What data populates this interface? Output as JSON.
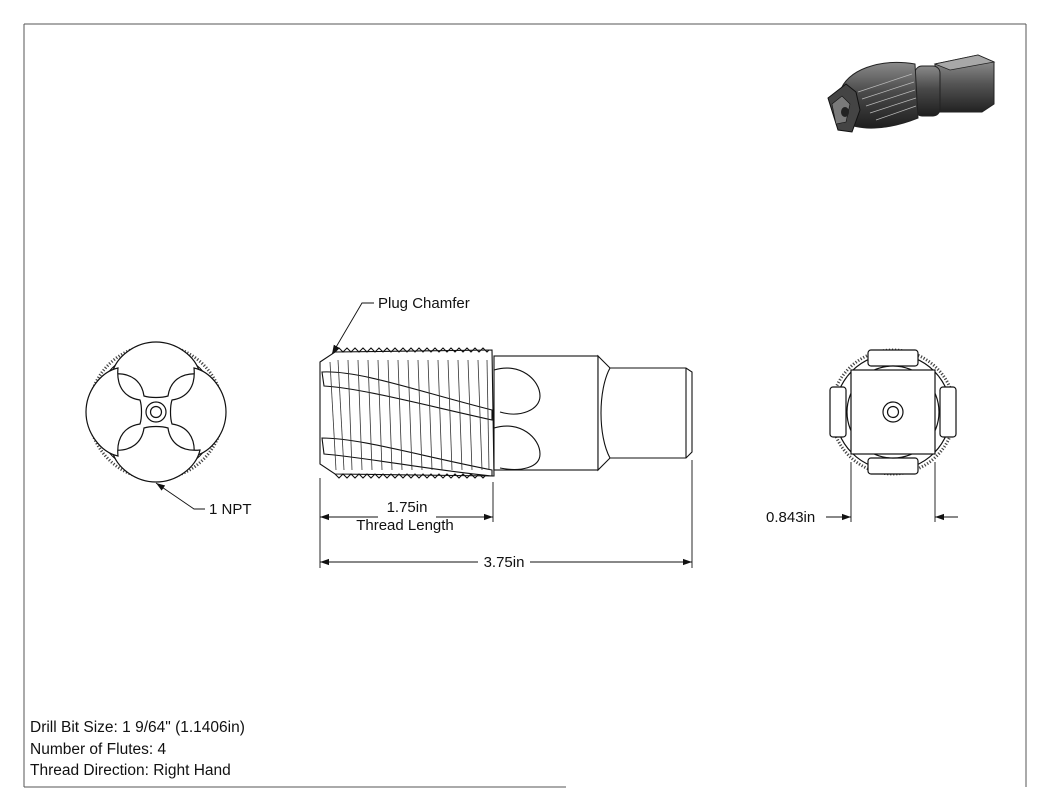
{
  "labels": {
    "plug_chamfer": "Plug Chamfer",
    "thread_size": "1 NPT",
    "thread_length_value": "1.75in",
    "thread_length_caption": "Thread Length",
    "overall_length": "3.75in",
    "square_width": "0.843in"
  },
  "notes": [
    {
      "label": "Drill Bit Size",
      "value": "1 9/64\" (1.1406in)"
    },
    {
      "label": "Number of Flutes",
      "value": "4"
    },
    {
      "label": "Thread Direction",
      "value": "Right Hand"
    }
  ],
  "colors": {
    "line": "#111111",
    "thread": "#333333",
    "iso_body": "#555555",
    "iso_dark": "#2a2a2a"
  },
  "icons": {
    "front_view": "tap-cutting-end-view",
    "side_view": "tap-side-view",
    "back_view": "tap-shank-end-view",
    "iso_view": "tap-isometric-render"
  }
}
